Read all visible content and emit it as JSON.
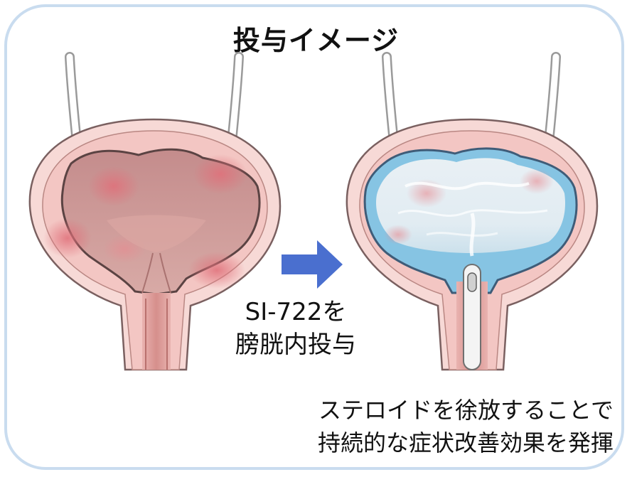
{
  "title": "投与イメージ",
  "step_label": {
    "line1": "SI-722を",
    "line2": "膀胱内投与"
  },
  "caption": {
    "line1": "ステロイドを徐放することで",
    "line2": "持続的な症状改善効果を発揮"
  },
  "colors": {
    "frame_border": "#c9dcef",
    "arrow": "#4a6fcf",
    "bladder_wall": "#f6d3d1",
    "bladder_interior": "#c79593",
    "inflammation": "#e0707a",
    "drug_fill": "#86c4e3"
  },
  "icons": {
    "arrow": "right-arrow-icon"
  }
}
